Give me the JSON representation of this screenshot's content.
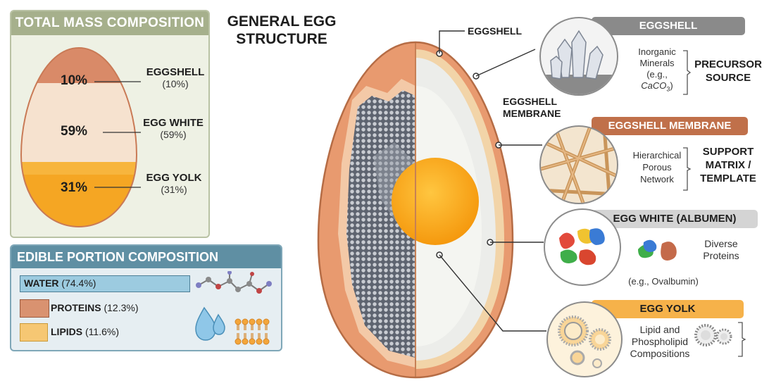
{
  "mass_panel": {
    "title": "TOTAL MASS COMPOSITION",
    "items": [
      {
        "pct": "10%",
        "label": "EGGSHELL",
        "sub": "(10%)",
        "value": 10,
        "color": "#d98a68"
      },
      {
        "pct": "59%",
        "label": "EGG WHITE",
        "sub": "(59%)",
        "value": 59,
        "color": "#f6e2cf"
      },
      {
        "pct": "31%",
        "label": "EGG YOLK",
        "sub": "(31%)",
        "value": 31,
        "color": "#f5a623"
      }
    ]
  },
  "edible_panel": {
    "title": "EDIBLE PORTION COMPOSITION",
    "items": [
      {
        "name": "WATER",
        "pct": "(74.4%)",
        "value": 74.4,
        "color": "#9ccbe0"
      },
      {
        "name": "PROTEINS",
        "pct": "(12.3%)",
        "value": 12.3,
        "color": "#d99270"
      },
      {
        "name": "LIPIDS",
        "pct": "(11.6%)",
        "value": 11.6,
        "color": "#f6c773"
      }
    ]
  },
  "diagram": {
    "title": "GENERAL EGG STRUCTURE",
    "callouts": {
      "eggshell": "EGGSHELL",
      "membrane": "EGGSHELL MEMBRANE"
    }
  },
  "cards": [
    {
      "title": "EGGSHELL",
      "color": "#8a8a8a",
      "body": "Inorganic Minerals (e.g., CaCO3)",
      "body_lines": [
        "Inorganic",
        "Minerals",
        "(e.g.,"
      ],
      "formula": "CaCO",
      "formula_sub": "3",
      "formula_close": ")",
      "role_lines": [
        "PRECURSOR",
        "SOURCE"
      ],
      "icon": "crystal-icon"
    },
    {
      "title": "EGGSHELL MEMBRANE",
      "color": "#c0704a",
      "body_lines": [
        "Hierarchical",
        "Porous",
        "Network"
      ],
      "role_lines": [
        "SUPPORT",
        "MATRIX /",
        "TEMPLATE"
      ],
      "icon": "fiber-network-icon"
    },
    {
      "title": "EGG WHITE (ALBUMEN)",
      "color": "#d4d4d4",
      "body_lines": [
        "Diverse",
        "Proteins"
      ],
      "note": "(e.g., Ovalbumin)",
      "icon": "protein-icon"
    },
    {
      "title": "EGG YOLK",
      "color": "#f6b24a",
      "body_lines": [
        "Lipid and",
        "Phospholipid",
        "Compositions"
      ],
      "icon": "micelle-icon"
    }
  ]
}
